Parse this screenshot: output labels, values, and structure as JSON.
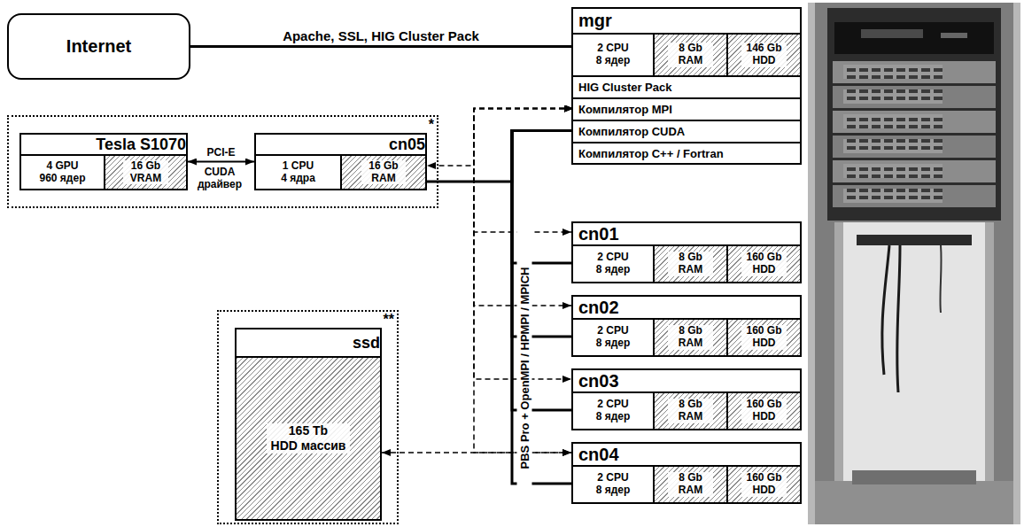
{
  "diagram": {
    "nodes": [
      {
        "text": [
          "Internet"
        ]
      },
      {
        "text": [
          "mgr"
        ]
      },
      {
        "text": [
          "2 CPU 8 ядер"
        ],
        "in": 1
      },
      {
        "text": [
          "8 Gb RAM"
        ],
        "in": 1
      },
      {
        "text": [
          "146 Gb HDD"
        ],
        "in": 1
      },
      {
        "text": [
          "HIG Cluster Pack"
        ],
        "in": 1
      },
      {
        "text": [
          "Компилятор MPI"
        ],
        "in": 1
      },
      {
        "text": [
          "Компилятор CUDA"
        ],
        "in": 1
      },
      {
        "text": [
          "Компилятор C++ / Fortran"
        ],
        "in": 1
      },
      {
        "text": [
          "*"
        ]
      },
      {
        "text": [
          "Tesla S1070"
        ],
        "in": 9
      },
      {
        "text": [
          "4 GPU 960 ядер"
        ],
        "in": 10
      },
      {
        "text": [
          "16 Gb VRAM"
        ],
        "in": 10
      },
      {
        "text": [
          "cn05"
        ],
        "in": 9
      },
      {
        "text": [
          "1 CPU 4 ядра"
        ],
        "in": 13
      },
      {
        "text": [
          "16 Gb RAM"
        ],
        "in": 13
      },
      {
        "text": [
          "cn01"
        ]
      },
      {
        "text": [
          "2 CPU 8 ядер"
        ],
        "in": 16
      },
      {
        "text": [
          "8 Gb RAM"
        ],
        "in": 16
      },
      {
        "text": [
          "160 Gb HDD"
        ],
        "in": 16
      },
      {
        "text": [
          "cn02"
        ]
      },
      {
        "text": [
          "2 CPU 8 ядер"
        ],
        "in": 20
      },
      {
        "text": [
          "8 Gb RAM"
        ],
        "in": 20
      },
      {
        "text": [
          "160 Gb HDD"
        ],
        "in": 20
      },
      {
        "text": [
          "cn03"
        ]
      },
      {
        "text": [
          "2 CPU 8 ядер"
        ],
        "in": 24
      },
      {
        "text": [
          "8 Gb RAM"
        ],
        "in": 24
      },
      {
        "text": [
          "160 Gb HDD"
        ],
        "in": 24
      },
      {
        "text": [
          "cn04"
        ]
      },
      {
        "text": [
          "2 CPU 8 ядер"
        ],
        "in": 28
      },
      {
        "text": [
          "8 Gb RAM"
        ],
        "in": 28
      },
      {
        "text": [
          "160 Gb HDD"
        ],
        "in": 28
      },
      {
        "text": [
          "**"
        ]
      },
      {
        "text": [
          "ssd",
          "165 Tb HDD массив"
        ],
        "in": 32
      }
    ],
    "edges": [
      {
        "from": 0,
        "to": 1,
        "arrow": "none",
        "label": "Apache, SSL, HIG Cluster Pack"
      },
      {
        "from": 10,
        "to": 13,
        "arrow": "both",
        "label": "PCI-E"
      },
      {
        "from": 7,
        "to": 13,
        "arrow": "none"
      },
      {
        "from": 7,
        "to": 16,
        "arrow": "none"
      },
      {
        "from": 7,
        "to": 20,
        "arrow": "none"
      },
      {
        "from": 7,
        "to": 24,
        "arrow": "none"
      },
      {
        "from": 7,
        "to": 28,
        "arrow": "none"
      },
      {
        "from": 6,
        "to": 13,
        "arrow": "both"
      },
      {
        "from": 6,
        "to": 16,
        "arrow": "both"
      },
      {
        "from": 6,
        "to": 20,
        "arrow": "both"
      },
      {
        "from": 6,
        "to": 24,
        "arrow": "both"
      },
      {
        "from": 6,
        "to": 28,
        "arrow": "both"
      },
      {
        "from": 33,
        "to": 28,
        "arrow": "both"
      }
    ],
    "labels": [
      "CUDA драйвер",
      "PBS Pro + OpenMPI / HPMPI / MPICH"
    ]
  }
}
